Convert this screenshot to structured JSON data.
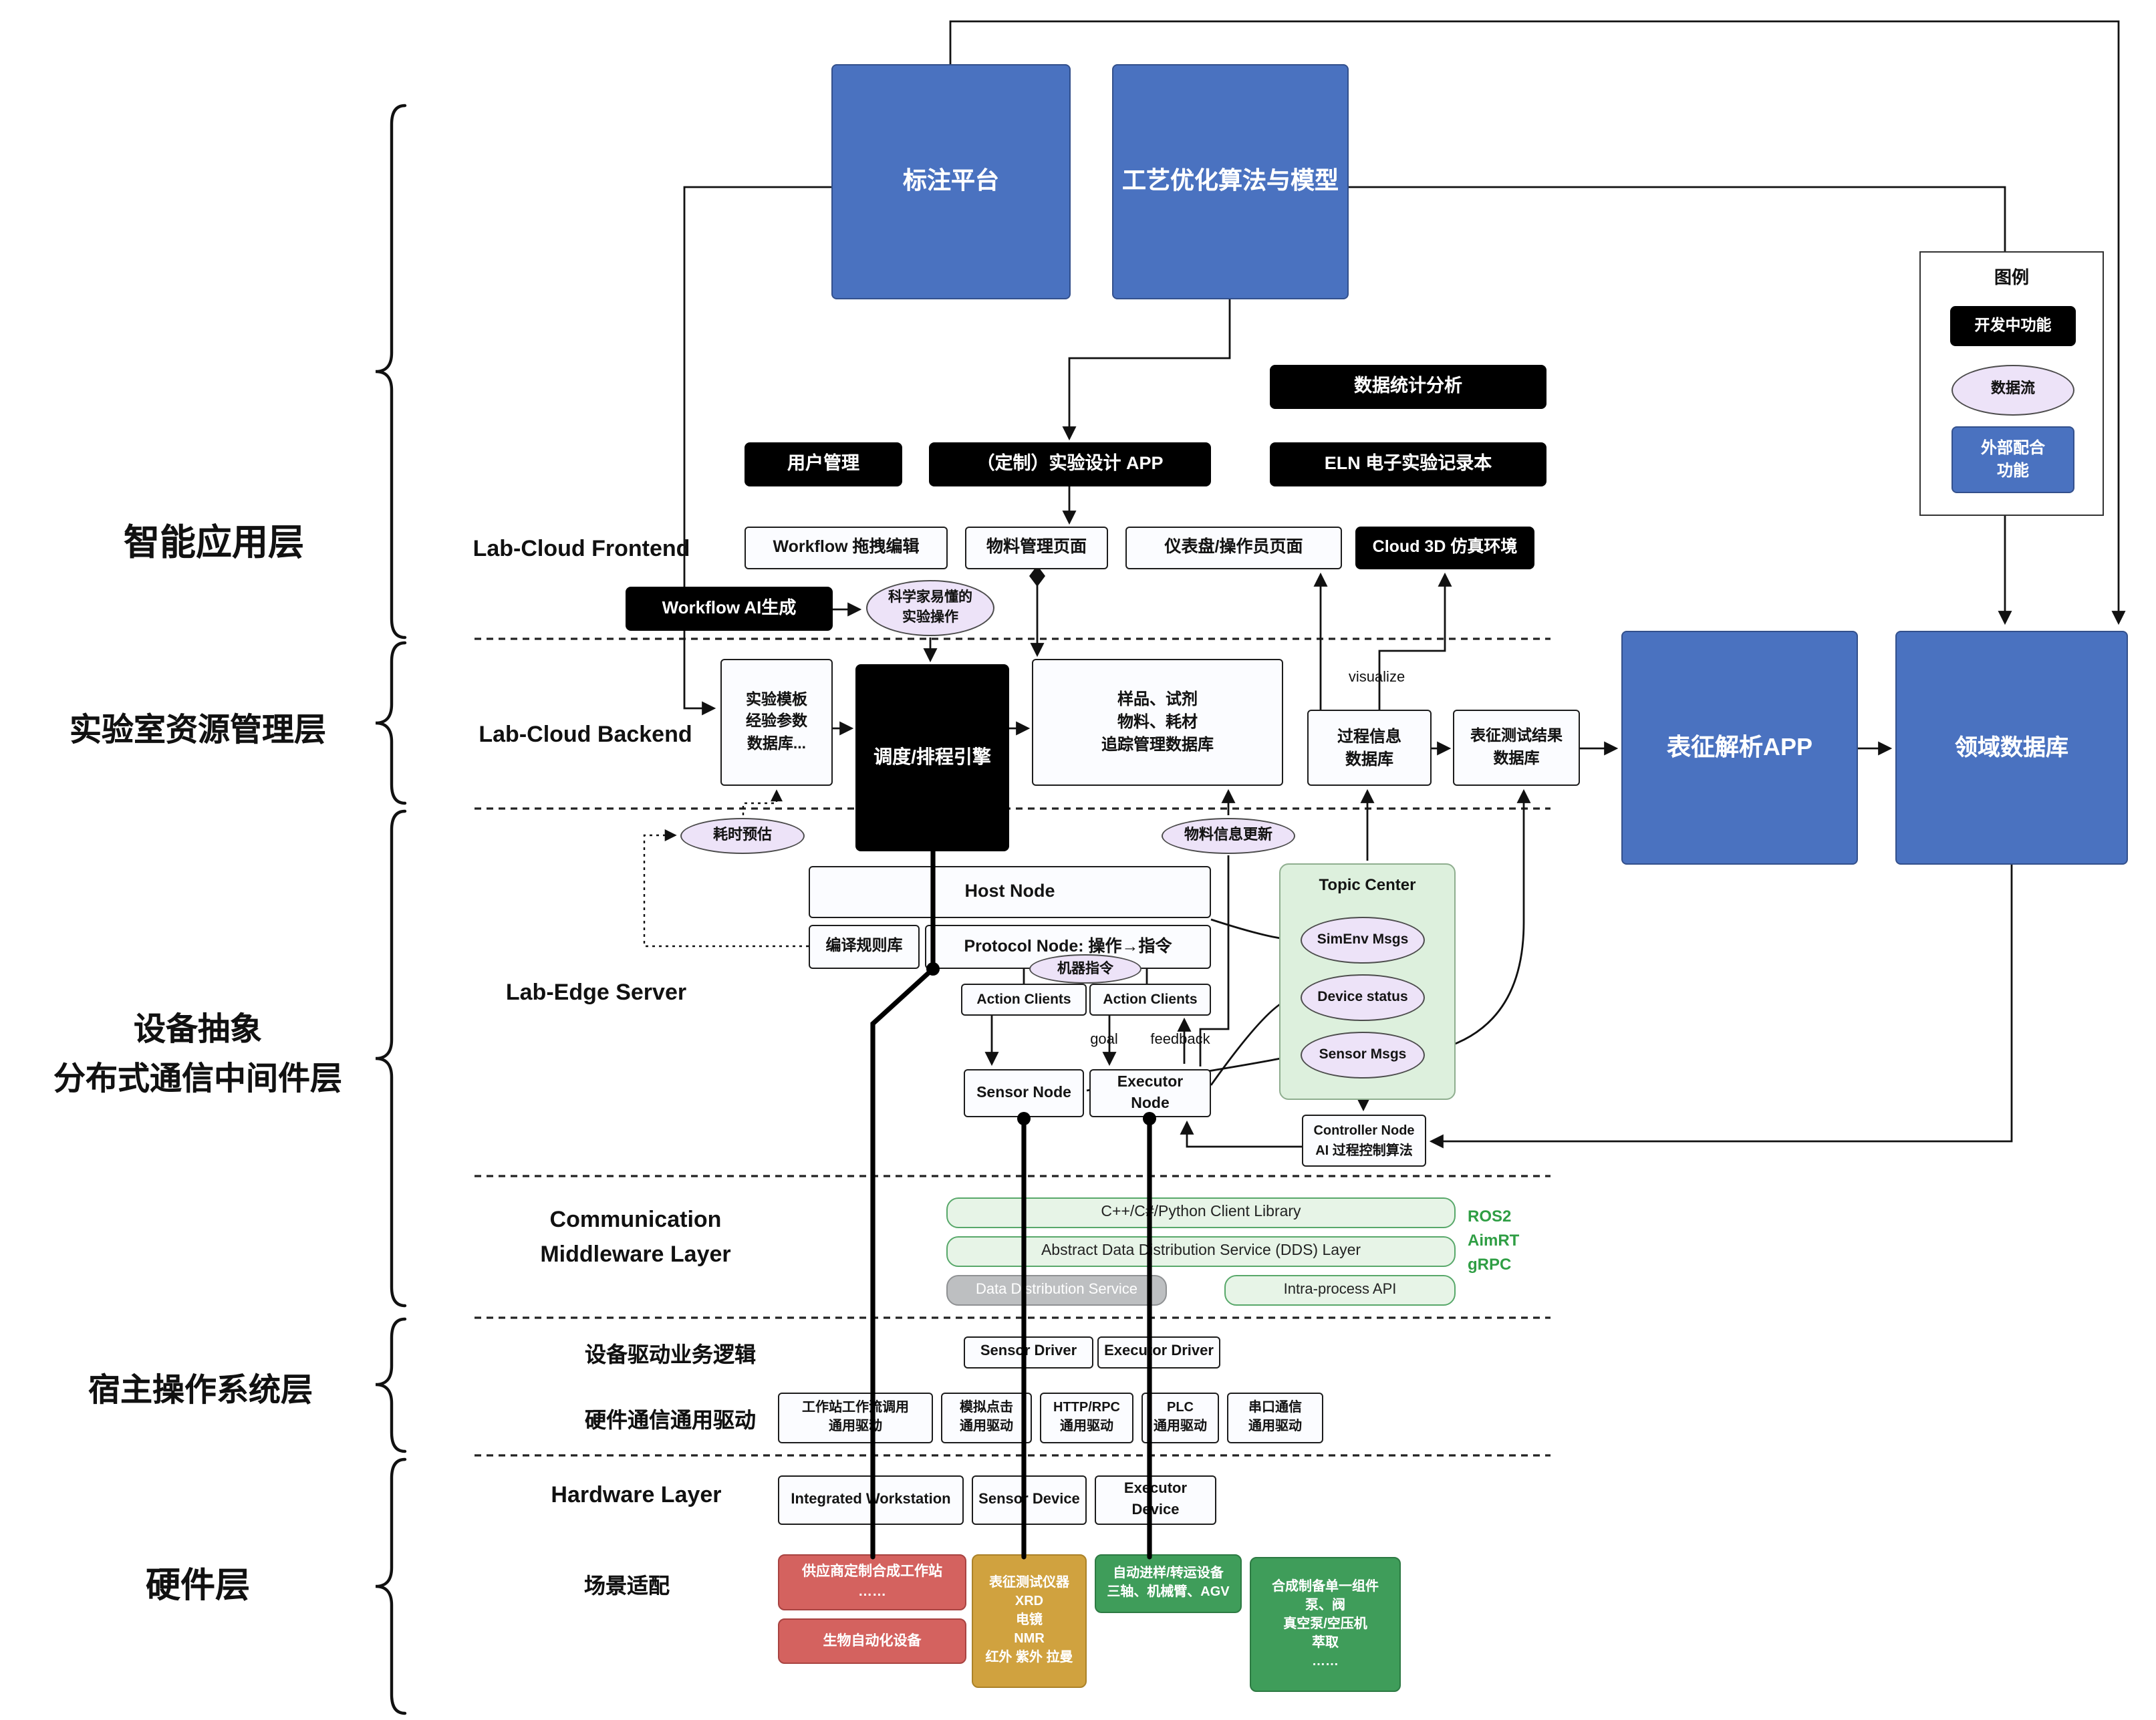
{
  "layers": {
    "app": "智能应用层",
    "resource": "实验室资源管理层",
    "middleware": "设备抽象\n分布式通信中间件层",
    "host_os": "宿主操作系统层",
    "hardware": "硬件层"
  },
  "sections": {
    "frontend": "Lab-Cloud Frontend",
    "backend": "Lab-Cloud Backend",
    "edge": "Lab-Edge Server",
    "comm": "Communication\nMiddleware Layer",
    "driver_logic": "设备驱动业务逻辑",
    "hw_driver": "硬件通信通用驱动",
    "hardware_layer": "Hardware Layer",
    "scene": "场景适配"
  },
  "nodes": {
    "annotation_platform": "标注平台",
    "process_model": "工艺优化算法与模型",
    "data_stats": "数据统计分析",
    "user_mgmt": "用户管理",
    "custom_app": "（定制）实验设计 APP",
    "eln": "ELN 电子实验记录本",
    "workflow_edit": "Workflow 拖拽编辑",
    "material_page": "物料管理页面",
    "dashboard_page": "仪表盘/操作员页面",
    "cloud_3d": "Cloud 3D 仿真环境",
    "workflow_ai": "Workflow AI生成",
    "sci_ops": "科学家易懂的\n实验操作",
    "template_db": "实验模板\n经验参数\n数据库...",
    "scheduler": "调度/排程引擎",
    "sample_db": "样品、试剂\n物料、耗材\n追踪管理数据库",
    "process_db": "过程信息\n数据库",
    "char_result_db": "表征测试结果\n数据库",
    "char_app": "表征解析APP",
    "domain_db": "领域数据库",
    "time_estimate": "耗时预估",
    "material_update": "物料信息更新",
    "host_node": "Host Node",
    "rule_lib": "编译规则库",
    "protocol_node": "Protocol Node: 操作→指令",
    "machine_cmd": "机器指令",
    "action_client_1": "Action Clients",
    "action_client_2": "Action Clients",
    "topic_center": "Topic Center",
    "simenv_msgs": "SimEnv Msgs",
    "device_status": "Device status",
    "sensor_msgs": "Sensor Msgs",
    "sensor_node": "Sensor Node",
    "executor_node": "Executor Node",
    "controller_node": "Controller Node\nAI 过程控制算法",
    "client_lib": "C++/C#/Python Client Library",
    "dds_layer": "Abstract Data Distribution Service (DDS) Layer",
    "dds_service": "Data Distribution Service",
    "intra_api": "Intra-process API",
    "sensor_driver": "Sensor Driver",
    "executor_driver": "Executor Driver",
    "drv_workstation": "工作站工作流调用\n通用驱动",
    "drv_click": "模拟点击\n通用驱动",
    "drv_http": "HTTP/RPC\n通用驱动",
    "drv_plc": "PLC\n通用驱动",
    "drv_serial": "串口通信\n通用驱动",
    "integrated_ws": "Integrated Workstation",
    "sensor_device": "Sensor Device",
    "executor_device": "Executor Device",
    "vendor_ws": "供应商定制合成工作站\n……",
    "bio_auto": "生物自动化设备",
    "char_instr": "表征测试仪器\nXRD\n电镜\nNMR\n红外 紫外 拉曼",
    "transfer_dev": "自动进样/转运设备\n三轴、机械臂、AGV",
    "synth_comp": "合成制备单一组件\n泵、阀\n真空泵/空压机\n萃取\n……"
  },
  "flow_labels": {
    "visualize": "visualize",
    "goal": "goal",
    "feedback": "feedback"
  },
  "protocols": {
    "ros2": "ROS2",
    "aimrt": "AimRT",
    "grpc": "gRPC"
  },
  "legend": {
    "title": "图例",
    "developing": "开发中功能",
    "data_flow": "数据流",
    "external": "外部配合\n功能"
  },
  "colors": {
    "brand_blue": "#4a72c0",
    "developing_black": "#000000",
    "data_flow_purple": "#ede3f8",
    "middleware_green": "#e7f4e7",
    "hardware_green": "#3f9d5a",
    "hardware_red": "#d4625f",
    "instrument_tan": "#d0a23f",
    "protocol_green": "#2f9e44"
  }
}
